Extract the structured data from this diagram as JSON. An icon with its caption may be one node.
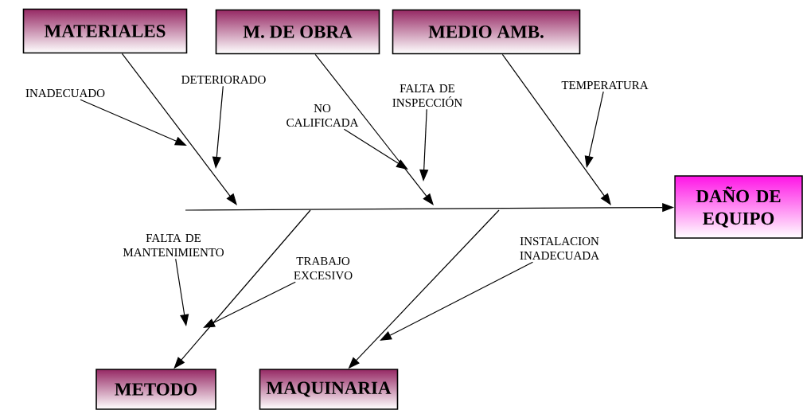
{
  "diagram": {
    "nodes": [
      {
        "text": [
          "MATERIALES"
        ]
      },
      {
        "text": [
          "M. DE OBRA"
        ]
      },
      {
        "text": [
          "MEDIO AMB."
        ]
      },
      {
        "text": [
          "DAÑO DE EQUIPO"
        ]
      },
      {
        "text": [
          "METODO"
        ]
      },
      {
        "text": [
          "MAQUINARIA"
        ]
      },
      {
        "text": [
          "INADECUADO"
        ]
      },
      {
        "text": [
          "DETERIORADO"
        ]
      },
      {
        "text": [
          "NO CALIFICADA"
        ]
      },
      {
        "text": [
          "FALTA DE INSPECCIÓN"
        ]
      },
      {
        "text": [
          "TEMPERATURA"
        ]
      },
      {
        "text": [
          "FALTA DE MANTENIMIENTO"
        ]
      },
      {
        "text": [
          "TRABAJO EXCESIVO"
        ]
      },
      {
        "text": [
          "INSTALACION INADECUADA"
        ]
      }
    ],
    "edges": [
      {
        "from": 0,
        "to": null,
        "arrow": "to"
      },
      {
        "from": 1,
        "to": null,
        "arrow": "to"
      },
      {
        "from": 2,
        "to": null,
        "arrow": "to"
      },
      {
        "from": null,
        "to": 3,
        "arrow": "to"
      },
      {
        "from": null,
        "to": 4,
        "arrow": "to"
      },
      {
        "from": null,
        "to": 5,
        "arrow": "to"
      },
      {
        "from": 6,
        "to": null,
        "arrow": "to"
      },
      {
        "from": 7,
        "to": null,
        "arrow": "to"
      },
      {
        "from": 8,
        "to": null,
        "arrow": "to"
      },
      {
        "from": 9,
        "to": null,
        "arrow": "to"
      },
      {
        "from": 10,
        "to": null,
        "arrow": "to"
      },
      {
        "from": 11,
        "to": null,
        "arrow": "to"
      },
      {
        "from": 12,
        "to": null,
        "arrow": "to"
      },
      {
        "from": 13,
        "to": null,
        "arrow": "to"
      }
    ]
  }
}
